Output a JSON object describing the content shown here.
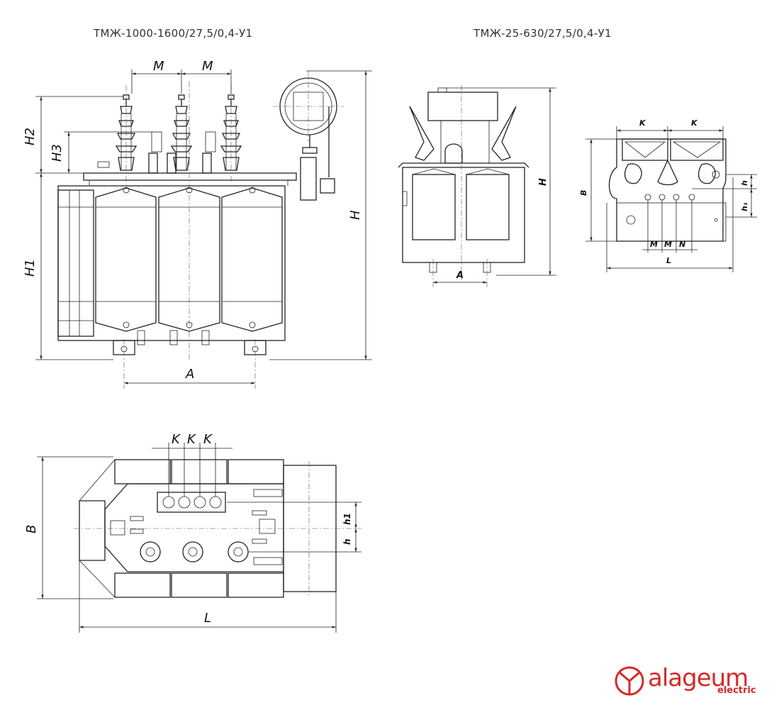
{
  "titles": {
    "left": "ТМЖ-1000-1600/27,5/0,4-У1",
    "right": "ТМЖ-25-630/27,5/0,4-У1"
  },
  "dimensions": {
    "M": "M",
    "A": "A",
    "H": "H",
    "H1": "H1",
    "H2": "H2",
    "H3": "H3",
    "B": "B",
    "L": "L",
    "K": "K",
    "N": "N",
    "h": "h",
    "h1": "h1",
    "h1_small": "h₁"
  },
  "logo": {
    "name": "alageum",
    "sub": "electric",
    "color": "#d42a2a"
  }
}
